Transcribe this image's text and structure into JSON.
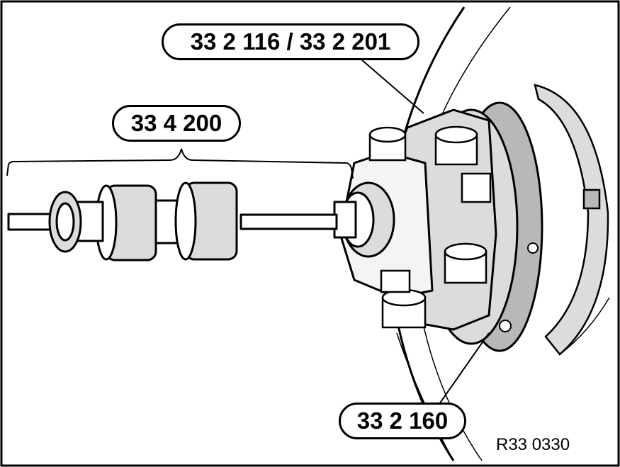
{
  "labels": {
    "puller_tool": "33 2 116 / 33 2 201",
    "slide_hammer": "33 4 200",
    "hub_adapter": "33 2 160"
  },
  "figure_ref": "R33 0330",
  "colors": {
    "line": "#000000",
    "fill": "#ffffff",
    "shade": "#dcdcdc",
    "shade_dark": "#b8b8b8"
  }
}
